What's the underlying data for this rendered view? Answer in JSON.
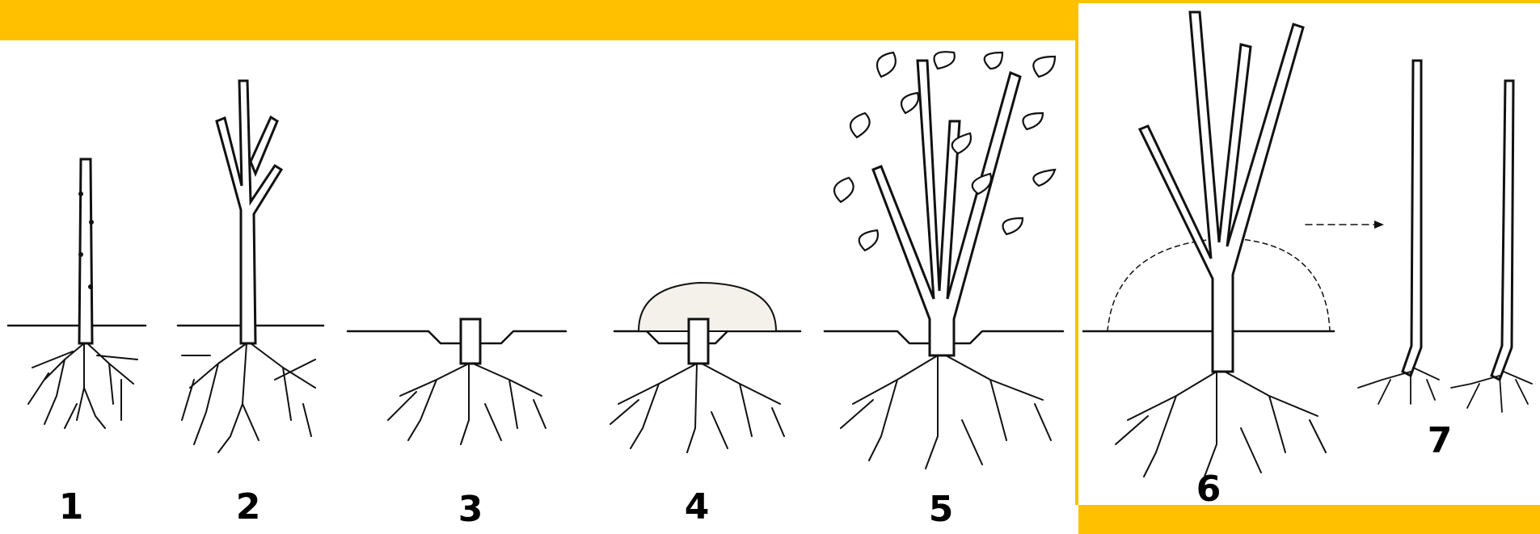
{
  "colors": {
    "accent_bar": "#ffc000",
    "ink": "#111111",
    "background": "#ffffff"
  },
  "stages": [
    {
      "label": "1"
    },
    {
      "label": "2"
    },
    {
      "label": "3"
    },
    {
      "label": "4"
    },
    {
      "label": "5"
    },
    {
      "label": "6"
    },
    {
      "label": "7"
    }
  ]
}
